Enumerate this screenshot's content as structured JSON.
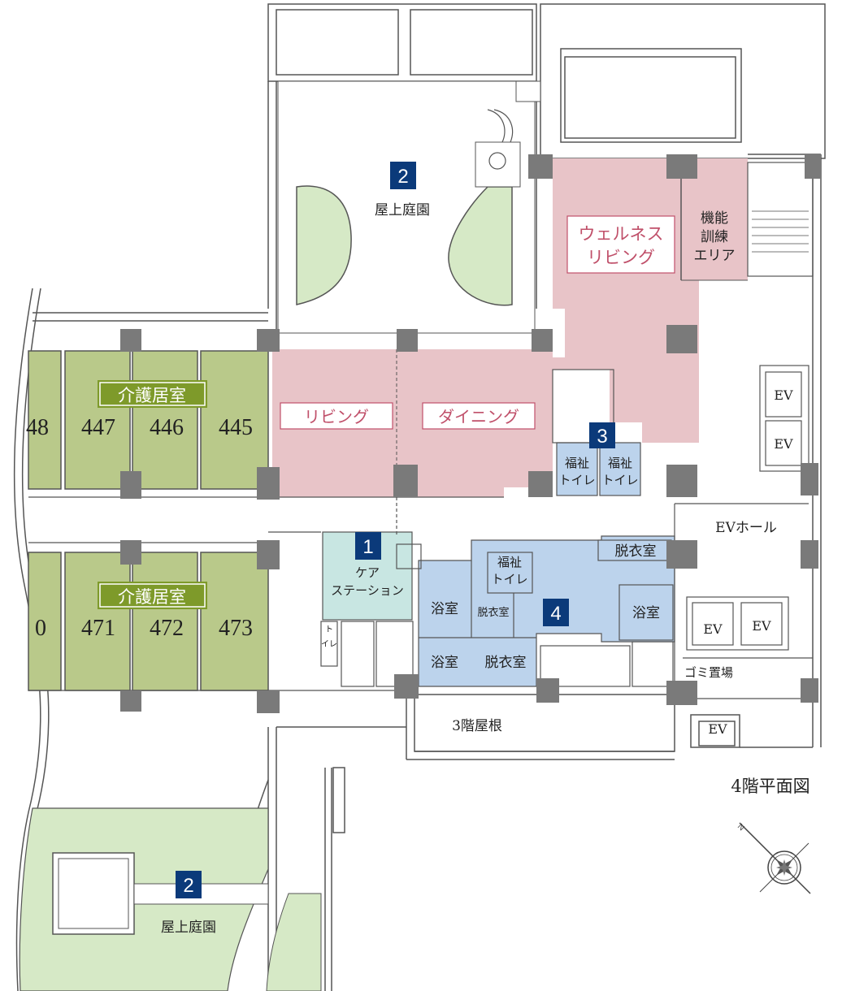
{
  "plan_title": "4階平面図",
  "markers": {
    "m1": "1",
    "m2_top": "2",
    "m2_bottom": "2",
    "m3": "3",
    "m4": "4"
  },
  "rooms": {
    "rooftop_garden_top": "屋上庭園",
    "rooftop_garden_bottom": "屋上庭園",
    "wellness_line1": "ウェルネス",
    "wellness_line2": "リビング",
    "training_line1": "機能",
    "training_line2": "訓練",
    "training_line3": "エリア",
    "living": "リビング",
    "dining": "ダイニング",
    "care_station_line1": "ケア",
    "care_station_line2": "ステーション",
    "care_room_top": "介護居室",
    "care_room_bottom": "介護居室",
    "welfare_toilet_a_line1": "福祉",
    "welfare_toilet_a_line2": "トイレ",
    "welfare_toilet_b_line1": "福祉",
    "welfare_toilet_b_line2": "トイレ",
    "welfare_toilet_c_line1": "福祉",
    "welfare_toilet_c_line2": "トイレ",
    "toilet_small_line1": "ト",
    "toilet_small_line2": "イレ",
    "bath_a": "浴室",
    "bath_b": "浴室",
    "bath_c": "浴室",
    "dressing_a": "脱衣室",
    "dressing_b": "脱衣室",
    "dressing_c": "脱衣室",
    "ev_hall": "EVホール",
    "ev1": "EV",
    "ev2": "EV",
    "ev3": "EV",
    "ev4": "EV",
    "ev5": "EV",
    "garbage": "ゴミ置場",
    "roof_3f": "3階屋根"
  },
  "room_numbers": {
    "top": [
      "48",
      "447",
      "446",
      "445"
    ],
    "bottom": [
      "0",
      "471",
      "472",
      "473"
    ]
  },
  "colors": {
    "green_room": "#b9c98a",
    "green_label": "#7e9a2a",
    "pink_area": "#e8c4c8",
    "pink_text": "#c0506a",
    "blue_area": "#bcd3ec",
    "teal_area": "#c8e6e2",
    "garden_green": "#d6e9c6",
    "wall": "#7a7a7a",
    "badge": "#0b3a7a"
  },
  "icons": {
    "compass": "compass-rose-icon"
  }
}
